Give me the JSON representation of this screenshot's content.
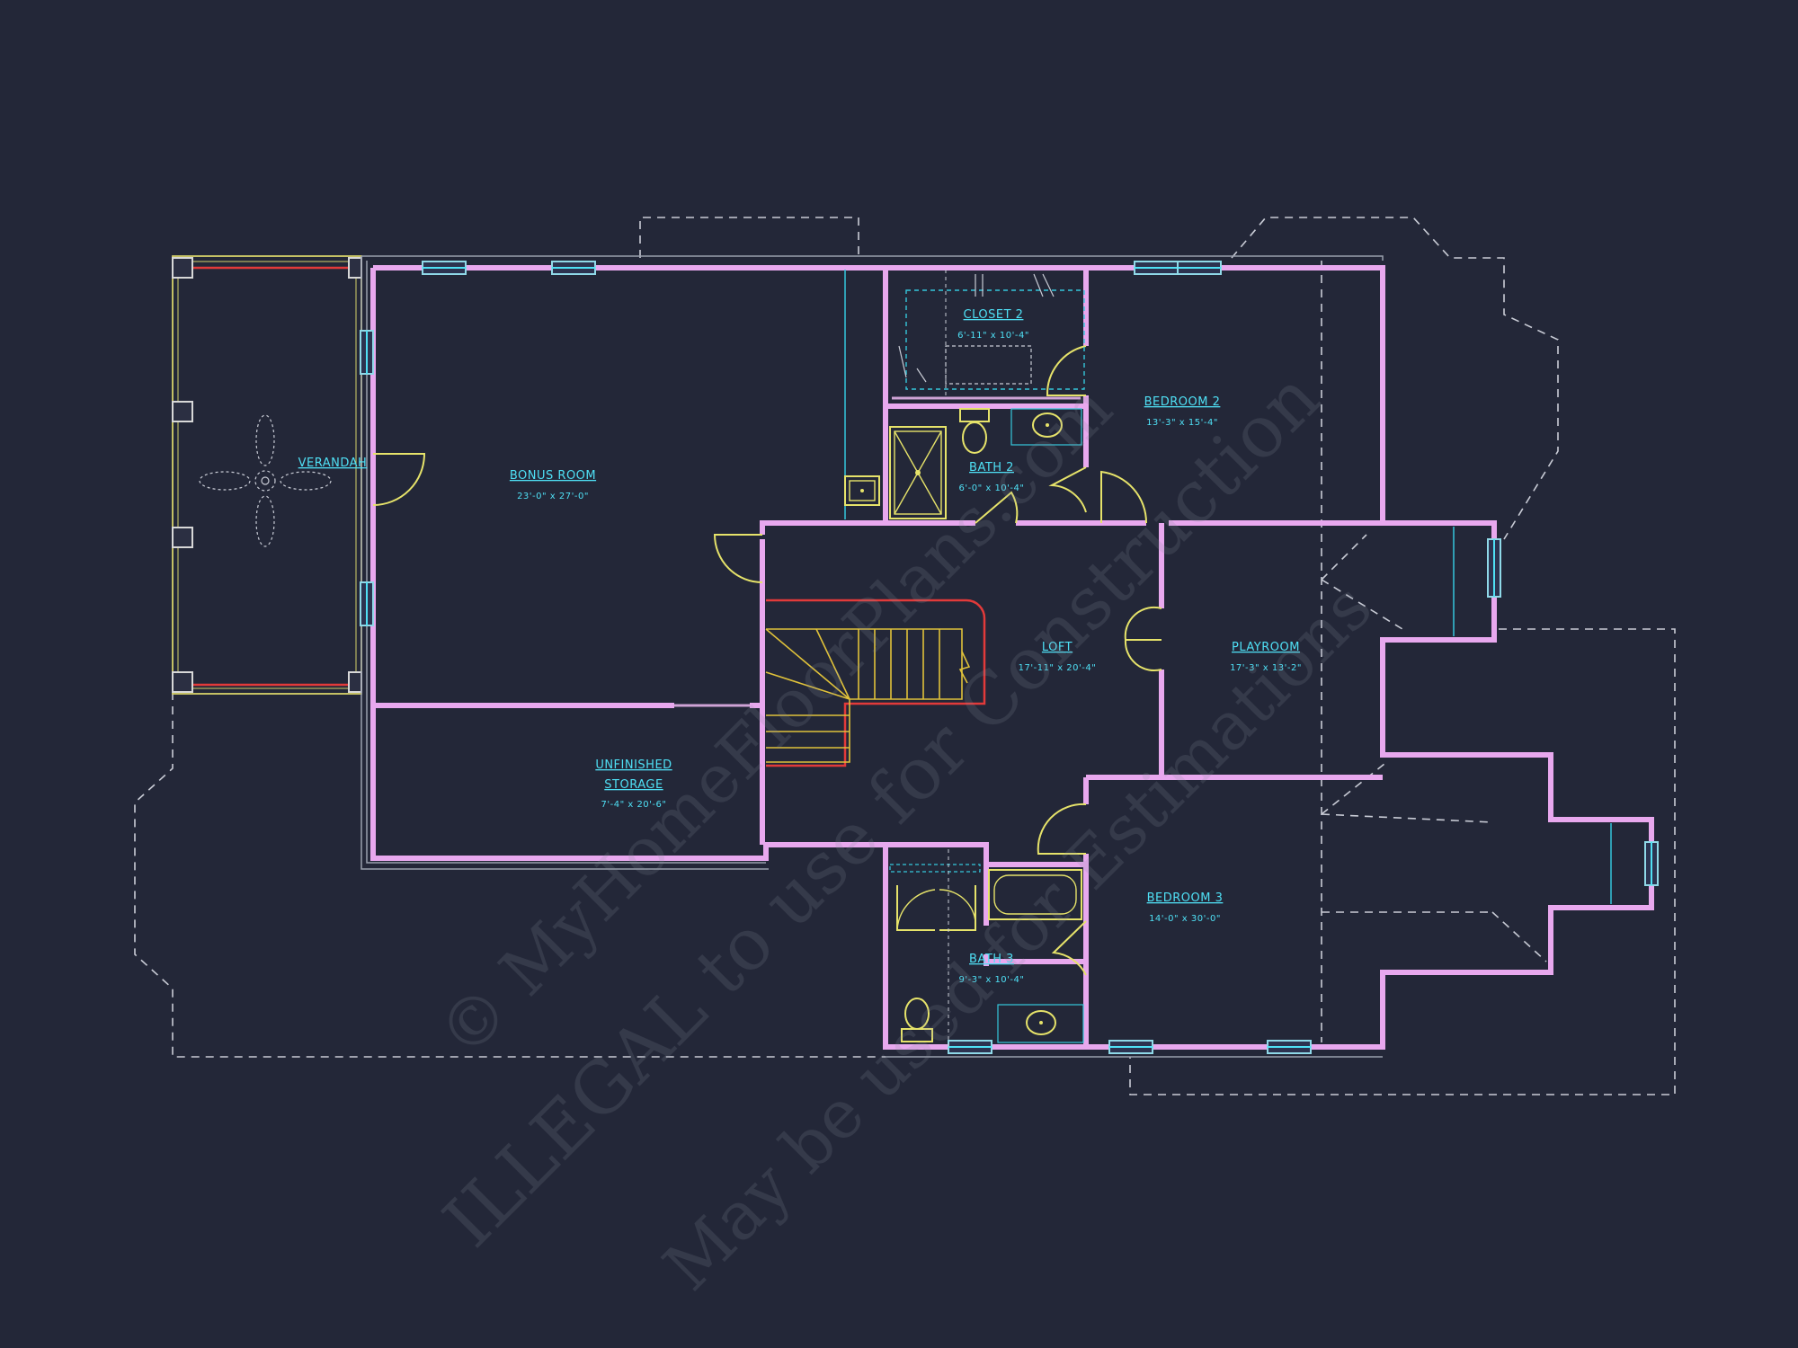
{
  "rooms": {
    "verandah": {
      "name": "VERANDAH"
    },
    "bonus_room": {
      "name": "BONUS ROOM",
      "dim": "23'-0\" x 27'-0\""
    },
    "closet_2": {
      "name": "CLOSET 2",
      "dim": "6'-11\" x 10'-4\""
    },
    "bedroom_2": {
      "name": "BEDROOM 2",
      "dim": "13'-3\" x 15'-4\""
    },
    "bath_2": {
      "name": "BATH 2",
      "dim": "6'-0\" x 10'-4\""
    },
    "loft": {
      "name": "LOFT",
      "dim": "17'-11\" x 20'-4\""
    },
    "playroom": {
      "name": "PLAYROOM",
      "dim": "17'-3\" x 13'-2\""
    },
    "unfinished_storage": {
      "name_line1": "UNFINISHED",
      "name_line2": "STORAGE",
      "dim": "7'-4\" x 20'-6\""
    },
    "bedroom_3": {
      "name": "BEDROOM 3",
      "dim": "14'-0\" x 30'-0\""
    },
    "bath_3": {
      "name": "BATH 3",
      "dim": "9'-3\" x 10'-4\""
    }
  },
  "watermark": {
    "line1": "© MyHomeFloorPlans.com",
    "line2": "ILLEGAL to use for Construction",
    "line3": "May be used for Estimations"
  },
  "colors": {
    "background": "#232738",
    "walls": "#e8a8ee",
    "labels": "#4fe0f5",
    "fixtures": "#e6e36a",
    "stair_rail": "#e23a3a"
  }
}
